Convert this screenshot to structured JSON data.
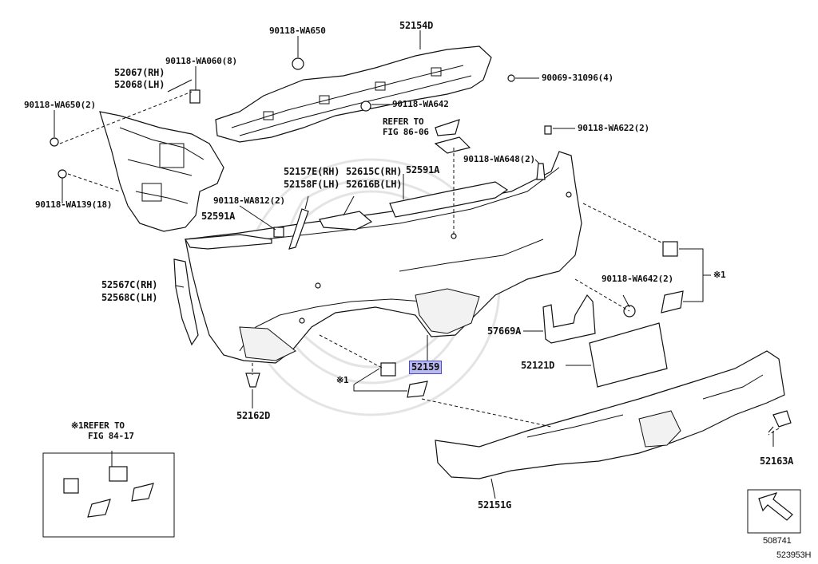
{
  "labels": {
    "p_90118_WA650": "90118-WA650",
    "p_52154D": "52154D",
    "p_90118_WA060": "90118-WA060(8)",
    "p_52067C": "52067(RH)",
    "p_52068": "52068(LH)",
    "p_90069": "90069-31096(4)",
    "p_90118_WA650_2": "90118-WA650(2)",
    "p_90118_WA642": "90118-WA642",
    "refer_86": "REFER TO",
    "refer_86b": "FIG 86-06",
    "p_90118_WA622": "90118-WA622(2)",
    "p_90118_WA648": "90118-WA648(2)",
    "p_90118_WA139": "90118-WA139(18)",
    "p_52157E": "52157E(RH)",
    "p_52158F": "52158F(LH)",
    "p_52615C": "52615C(RH)",
    "p_52616B": "52616B(LH)",
    "p_52591A_top": "52591A",
    "p_90118_WA812": "90118-WA812(2)",
    "p_52591A_left": "52591A",
    "p_52567C": "52567C(RH)",
    "p_52568C": "52568C(LH)",
    "p_90118_WA642_2": "90118-WA642(2)",
    "note_x1_right": "※1",
    "p_57669A": "57669A",
    "p_52159": "52159",
    "p_52121D": "52121D",
    "note_x1_left": "※1",
    "p_52162D": "52162D",
    "p_52163A": "52163A",
    "refer_84": "※1REFER TO",
    "refer_84b": "FIG 84-17",
    "p_52151G": "52151G",
    "code_508741": "508741",
    "code_523953H": "523953H"
  }
}
